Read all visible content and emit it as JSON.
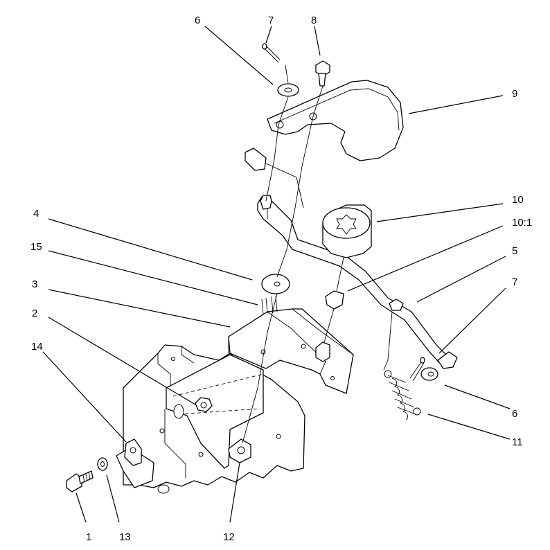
{
  "diagram": {
    "callouts": [
      {
        "id": "c6a",
        "label": "6"
      },
      {
        "id": "c7a",
        "label": "7"
      },
      {
        "id": "c8",
        "label": "8"
      },
      {
        "id": "c9",
        "label": "9"
      },
      {
        "id": "c10",
        "label": "10"
      },
      {
        "id": "c10_1",
        "label": "10:1"
      },
      {
        "id": "c4",
        "label": "4"
      },
      {
        "id": "c15",
        "label": "15"
      },
      {
        "id": "c3",
        "label": "3"
      },
      {
        "id": "c5",
        "label": "5"
      },
      {
        "id": "c7b",
        "label": "7"
      },
      {
        "id": "c2",
        "label": "2"
      },
      {
        "id": "c14",
        "label": "14"
      },
      {
        "id": "c6b",
        "label": "6"
      },
      {
        "id": "c11",
        "label": "11"
      },
      {
        "id": "c1",
        "label": "1"
      },
      {
        "id": "c13",
        "label": "13"
      },
      {
        "id": "c12",
        "label": "12"
      }
    ]
  }
}
